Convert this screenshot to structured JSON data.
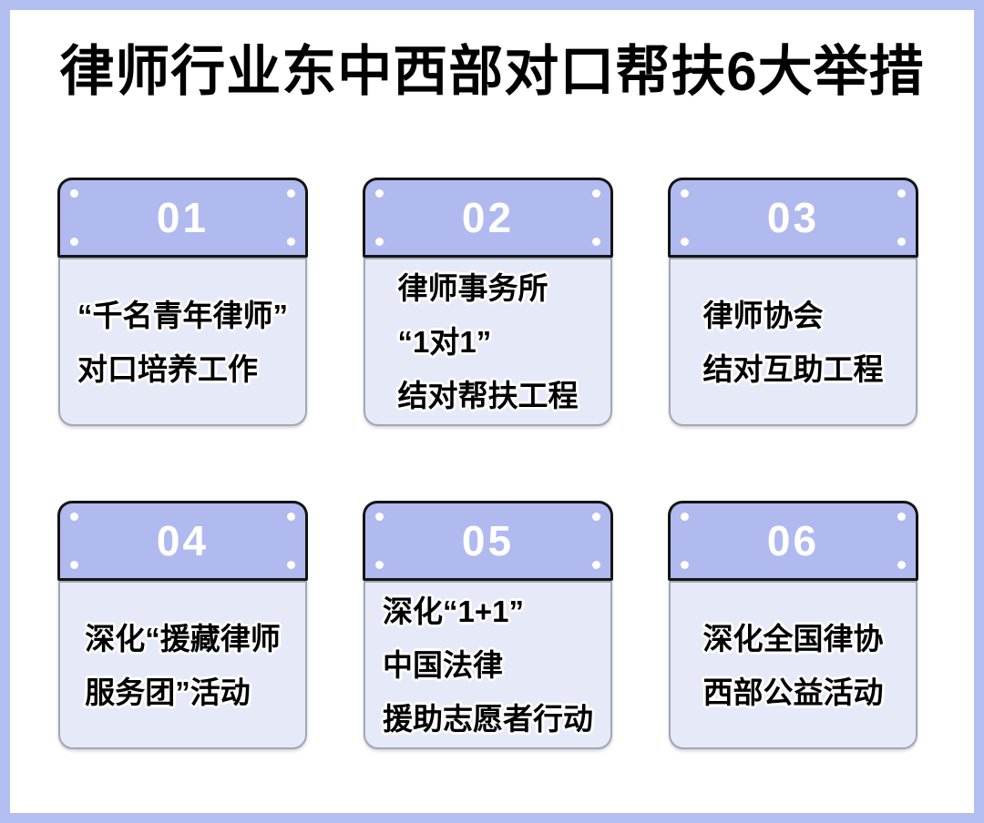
{
  "title": "律师行业东中西部对口帮扶6大举措",
  "colors": {
    "background": "#ffffff",
    "frame": "#b3bef1",
    "header_bg": "#b0baef",
    "header_border": "#141414",
    "body_bg": "#e6e9f8",
    "body_border": "#a2a7b2",
    "text": "#000000",
    "number": "#ffffff"
  },
  "cards": [
    {
      "number": "01",
      "lines": [
        "“千名青年律师”",
        "对口培养工作"
      ]
    },
    {
      "number": "02",
      "lines": [
        "律师事务所",
        "“1对1”",
        "结对帮扶工程"
      ]
    },
    {
      "number": "03",
      "lines": [
        "律师协会",
        "结对互助工程"
      ]
    },
    {
      "number": "04",
      "lines": [
        "深化“援藏律师",
        "服务团”活动"
      ]
    },
    {
      "number": "05",
      "lines": [
        "深化“1+1”",
        "中国法律",
        "援助志愿者行动"
      ]
    },
    {
      "number": "06",
      "lines": [
        "深化全国律协",
        "西部公益活动"
      ]
    }
  ]
}
